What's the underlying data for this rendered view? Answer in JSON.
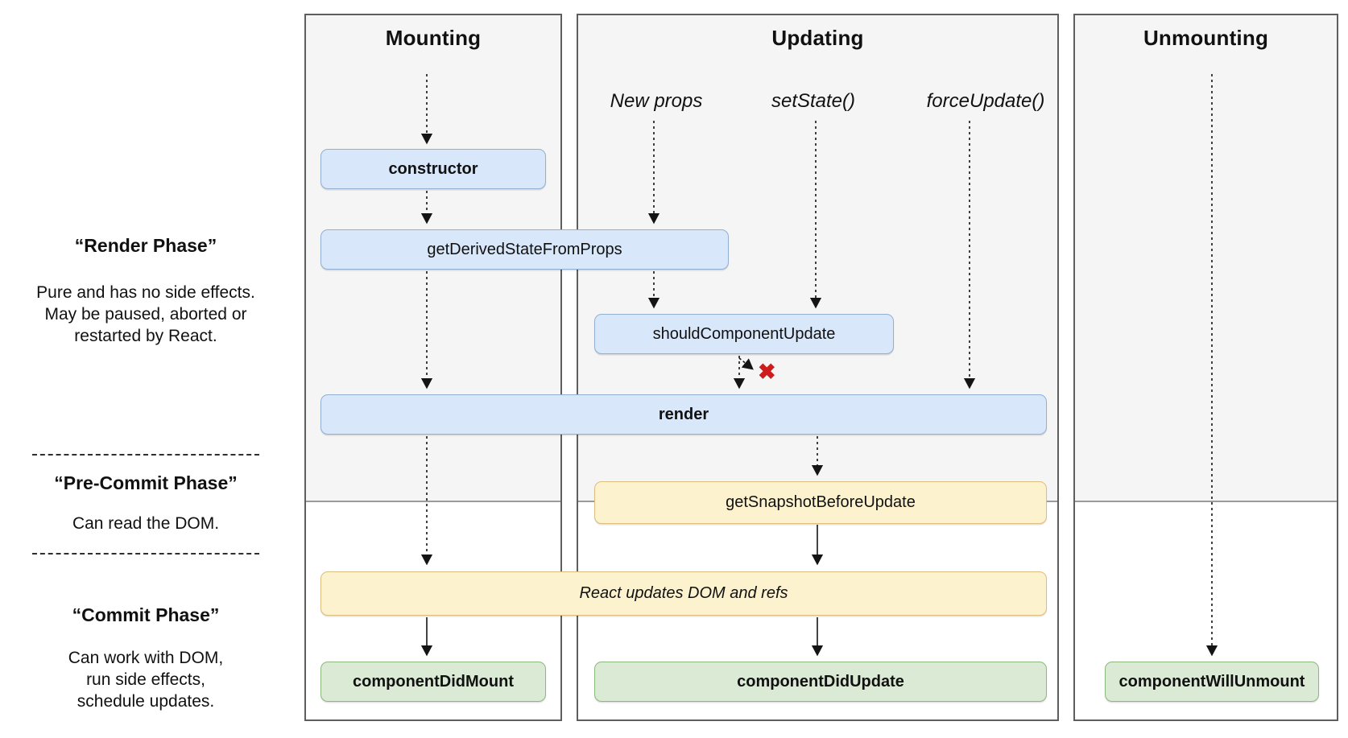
{
  "diagram": {
    "columns": [
      {
        "id": "mounting",
        "title": "Mounting"
      },
      {
        "id": "updating",
        "title": "Updating"
      },
      {
        "id": "unmounting",
        "title": "Unmounting"
      }
    ],
    "triggers": [
      {
        "label": "New props"
      },
      {
        "label": "setState()"
      },
      {
        "label": "forceUpdate()"
      }
    ],
    "nodes": {
      "constructor": {
        "label": "constructor"
      },
      "get_derived_state_from_props": {
        "label": "getDerivedStateFromProps"
      },
      "should_component_update": {
        "label": "shouldComponentUpdate"
      },
      "render": {
        "label": "render"
      },
      "get_snapshot_before_update": {
        "label": "getSnapshotBeforeUpdate"
      },
      "react_updates_dom": {
        "label": "React updates DOM and refs"
      },
      "component_did_mount": {
        "label": "componentDidMount"
      },
      "component_did_update": {
        "label": "componentDidUpdate"
      },
      "component_will_unmount": {
        "label": "componentWillUnmount"
      }
    },
    "phases": {
      "render_phase": {
        "title": "“Render Phase”",
        "description": "Pure and has no side effects.\nMay be paused, aborted or\nrestarted by React."
      },
      "pre_commit_phase": {
        "title": "“Pre-Commit Phase”",
        "description": "Can read the DOM."
      },
      "commit_phase": {
        "title": "“Commit Phase”",
        "description": "Can work with DOM,\nrun side effects,\nschedule updates."
      }
    },
    "icons": {
      "no_update_x": "✖"
    },
    "colors": {
      "node_blue_fill": "#D9E7FB",
      "node_blue_border": "#93AFD2",
      "node_yellow_fill": "#FCF2CE",
      "node_yellow_border": "#DCBE7E",
      "node_green_fill": "#DBEAD5",
      "node_green_border": "#8CB87F",
      "column_fill": "#F5F5F5",
      "column_border": "#5E5E5E",
      "x_red": "#CF1B1B"
    }
  }
}
